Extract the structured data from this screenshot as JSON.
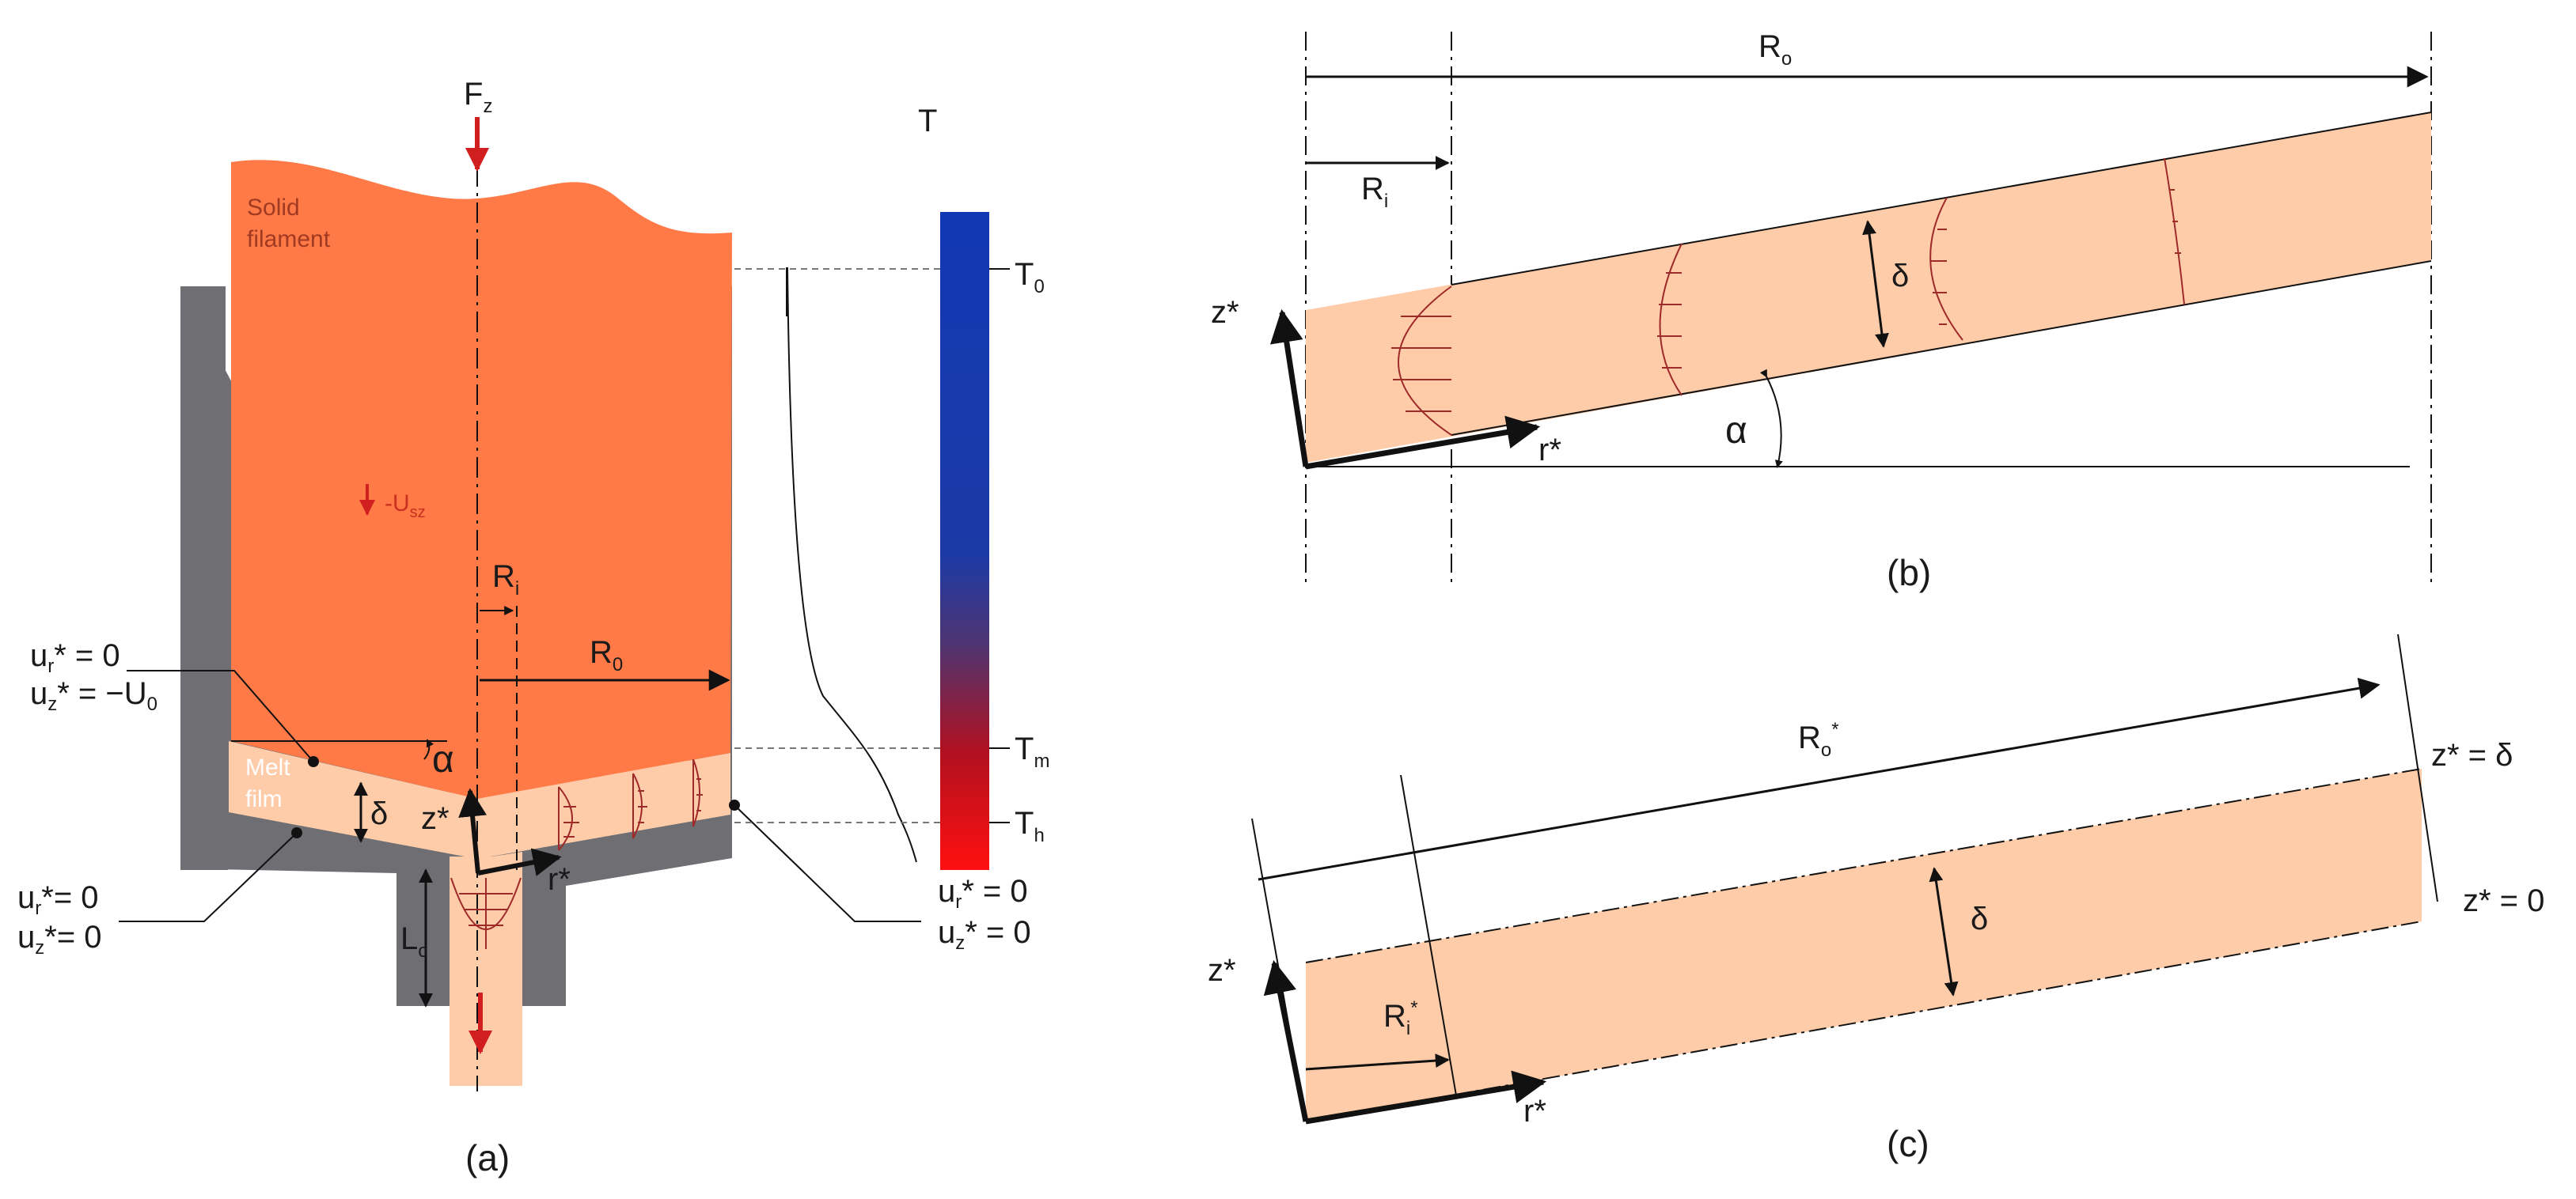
{
  "panel_a": {
    "caption": "(a)",
    "force": "F",
    "force_sub": "z",
    "solid": [
      "Solid",
      "filament"
    ],
    "melt": [
      "Melt",
      "film"
    ],
    "usz": "-U",
    "usz_sub": "sz",
    "ri": "R",
    "ri_sub": "i",
    "r0": "R",
    "r0_sub": "0",
    "alpha": "α",
    "delta": "δ",
    "zstar": "z*",
    "rstar": "r*",
    "lc": "L",
    "lc_sub": "c",
    "bc1": [
      "u",
      "r",
      "* = 0",
      "u",
      "z",
      "* = −U",
      "0"
    ],
    "bc2": [
      "u",
      "r",
      "*= 0",
      "u",
      "z",
      "*= 0"
    ],
    "bc3": [
      "u",
      "r",
      "* = 0",
      "u",
      "z",
      "* = 0"
    ]
  },
  "colorbar": {
    "title": "T",
    "ticks": [
      [
        "T",
        "0"
      ],
      [
        "T",
        "m"
      ],
      [
        "T",
        "h"
      ]
    ],
    "colors": [
      "#1238b4",
      "#2a3aa8",
      "#b01020",
      "#ff1010"
    ]
  },
  "panel_b": {
    "caption": "(b)",
    "ro": "R",
    "ro_sub": "o",
    "ri": "R",
    "ri_sub": "i",
    "delta": "δ",
    "alpha": "α",
    "zstar": "z*",
    "rstar": "r*"
  },
  "panel_c": {
    "caption": "(c)",
    "ro": "R",
    "ro_sub": "o",
    "ro_sup": "*",
    "ri": "R",
    "ri_sub": "i",
    "ri_sup": "*",
    "delta": "δ",
    "zstar": "z*",
    "rstar": "r*",
    "z_delta": "z* = δ",
    "z_zero": "z* = 0"
  },
  "colors": {
    "filament": "#ff7a47",
    "melt": "#ffccaa",
    "wall": "#6e6e73",
    "arrow_red": "#d11f1f",
    "profile": "#9e2a2a"
  }
}
